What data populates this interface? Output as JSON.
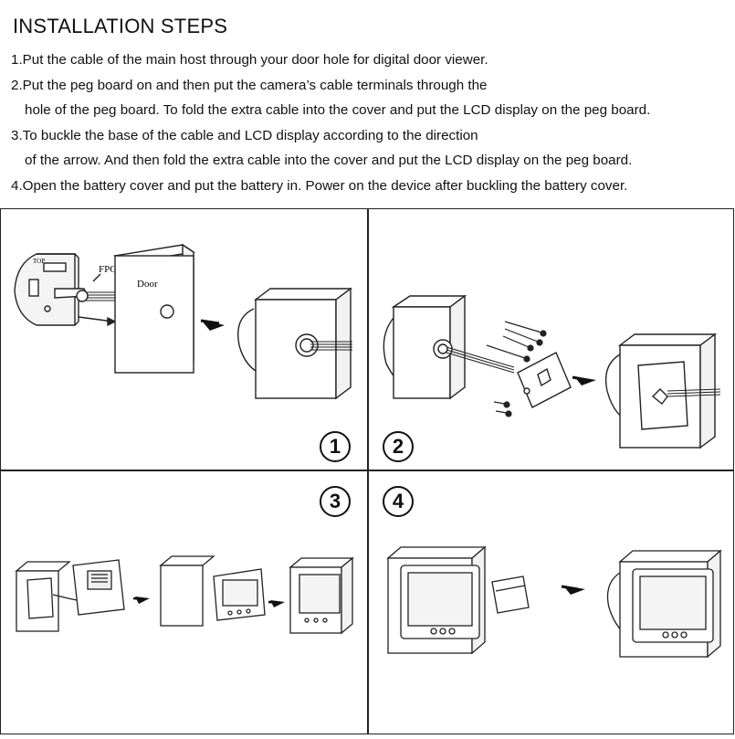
{
  "heading": "INSTALLATION STEPS",
  "steps": [
    "1.Put the cable of the main host through your door hole for digital door viewer.",
    "2.Put the peg board on and then put the camera’s cable terminals through the",
    "hole of the peg board. To fold the extra cable into the cover and put the LCD display on the peg board.",
    "3.To buckle the base of the cable and LCD display according to the direction",
    "of the arrow. And then fold the extra cable into the cover and put the LCD display on the peg board.",
    "4.Open the battery cover and put the battery in. Power on the device after buckling the battery cover."
  ],
  "figure": {
    "labels": {
      "fpc": "FPC",
      "door": "Door",
      "top": "TOP"
    },
    "step_numbers": [
      "1",
      "2",
      "3",
      "4"
    ]
  }
}
